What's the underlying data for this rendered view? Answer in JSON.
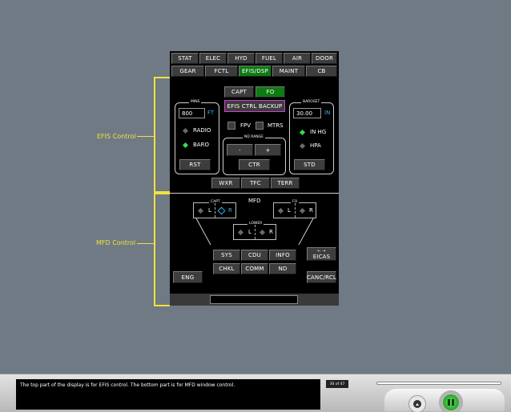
{
  "tabs_row1": [
    "STAT",
    "ELEC",
    "HYD",
    "FUEL",
    "AIR",
    "DOOR"
  ],
  "tabs_row2": [
    "GEAR",
    "FCTL",
    "EFIS/DSP",
    "MAINT",
    "CB"
  ],
  "efis": {
    "capt": "CAPT",
    "fo": "FO",
    "backup": "EFIS CTRL BACKUP",
    "mins": {
      "caption": "MINS",
      "value": "800",
      "unit": "FT",
      "radio": "RADIO",
      "baro": "BARO",
      "rst": "RST"
    },
    "fpv": "FPV",
    "mtrs": "MTRS",
    "nd_range": {
      "caption": "ND RANGE",
      "minus": "-",
      "plus": "+",
      "ctr": "CTR"
    },
    "baroset": {
      "caption": "BAROSET",
      "value": "30.00",
      "unit": "IN",
      "in_hg": "IN HG",
      "hpa": "HPA",
      "std": "STD"
    },
    "wxr": "WXR",
    "tfc": "TFC",
    "terr": "TERR"
  },
  "mfd": {
    "title": "MFD",
    "capt": {
      "caption": "CAPT",
      "l": "L",
      "r": "R"
    },
    "fo": {
      "caption": "FO",
      "l": "L",
      "r": "R"
    },
    "lower": {
      "caption": "LOWER",
      "l": "L",
      "r": "R"
    },
    "sys": "SYS",
    "cdu": "CDU",
    "info": "INFO",
    "chkl": "CHKL",
    "comm": "COMM",
    "nd": "ND",
    "eng": "ENG",
    "eicas_arrows": "← →",
    "eicas": "EICAS",
    "canc_rcl": "CANC/RCL"
  },
  "labels": {
    "efis_control": "EFIS Control",
    "mfd_control": "MFD Control"
  },
  "caption": "The top part of the display is for EFIS control. The bottom part is for MFD window control.",
  "page_count": "30 of 47"
}
